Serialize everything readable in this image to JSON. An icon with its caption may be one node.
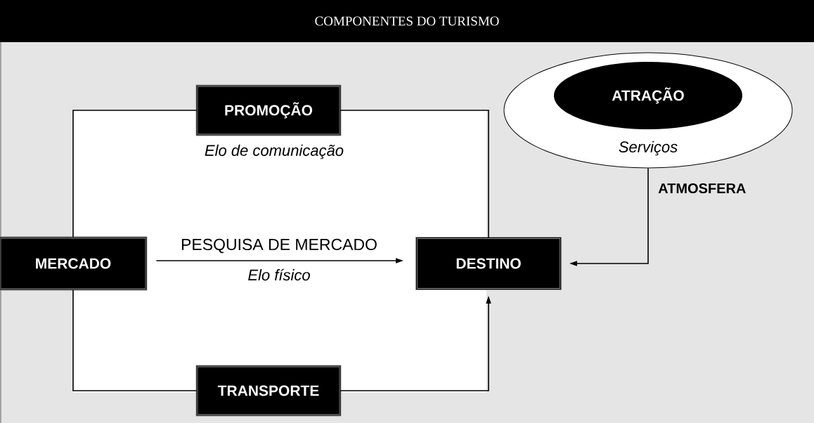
{
  "diagram": {
    "title": "COMPONENTES DO TURISMO",
    "nodes": [
      {
        "text": [
          "PROMOÇÃO"
        ]
      },
      {
        "text": [
          "Serviços"
        ]
      },
      {
        "text": [
          "ATRAÇÃO"
        ],
        "in": 1
      },
      {
        "text": [
          "MERCADO"
        ]
      },
      {
        "text": [
          "DESTINO"
        ]
      },
      {
        "text": [
          "TRANSPORTE"
        ]
      }
    ],
    "edges": [
      {
        "from": 3,
        "to": 0,
        "arrow": "none"
      },
      {
        "from": 0,
        "to": 4,
        "arrow": "none"
      },
      {
        "from": 3,
        "to": 5,
        "arrow": "none"
      },
      {
        "from": 5,
        "to": 4,
        "arrow": "to"
      },
      {
        "from": 3,
        "to": 4,
        "arrow": "to",
        "label": "PESQUISA DE MERCADO"
      },
      {
        "from": 1,
        "to": 4,
        "arrow": "to",
        "label": "ATMOSFERA"
      }
    ],
    "labels": [
      "Elo de comunicação",
      "Elo físico"
    ]
  }
}
